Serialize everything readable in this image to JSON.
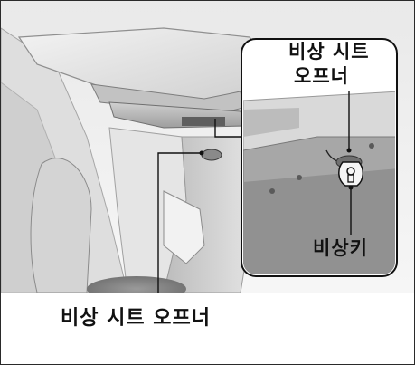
{
  "labels": {
    "emergency_seat_opener_main": "비상 시트 오프너",
    "inset_label_line1": "비상 시트",
    "inset_label_line2": "오프너",
    "emergency_key": "비상키"
  },
  "colors": {
    "frame_border": "#2a2a2a",
    "panel_light": "#f1f1f1",
    "panel_mid": "#d8d8d8",
    "panel_dark": "#a9a9a9",
    "shadow": "#6b6b6b",
    "text": "#111111"
  }
}
